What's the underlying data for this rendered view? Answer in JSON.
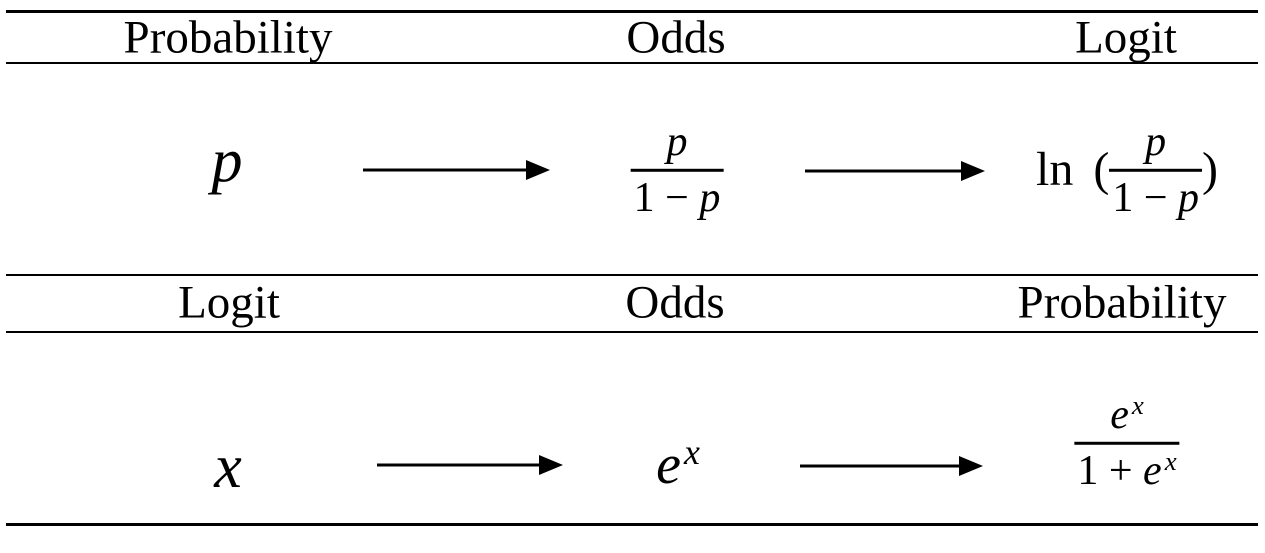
{
  "colors": {
    "text": "#000000",
    "rule": "#000000",
    "background": "#ffffff"
  },
  "section1": {
    "headers": {
      "col1": "Probability",
      "col2": "Odds",
      "col3": "Logit"
    },
    "row": {
      "probability_symbol": "p",
      "odds_fraction": {
        "numerator": "p",
        "denominator_prefix": "1 − ",
        "denominator_symbol": "p"
      },
      "logit_expression": {
        "function": "ln",
        "open_paren": "(",
        "numerator": "p",
        "denominator_prefix": "1 − ",
        "denominator_symbol": "p",
        "close_paren": ")"
      }
    }
  },
  "section2": {
    "headers": {
      "col1": "Logit",
      "col2": "Odds",
      "col3": "Probability"
    },
    "row": {
      "logit_symbol": "x",
      "odds_expression": {
        "base": "e",
        "exponent": "x"
      },
      "probability_fraction": {
        "numerator_base": "e",
        "numerator_exponent": "x",
        "denominator_prefix": "1 + ",
        "denominator_base": "e",
        "denominator_exponent": "x"
      }
    }
  }
}
